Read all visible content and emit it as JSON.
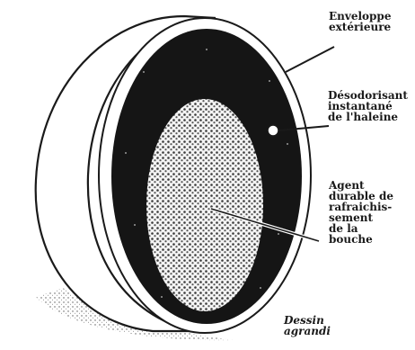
{
  "labels": {
    "outer_shell": [
      "Enveloppe",
      "extérieure"
    ],
    "deodorant": [
      "Désodorisant",
      "instantané",
      "de l'haleine"
    ],
    "agent": [
      "Agent",
      "durable de",
      "rafraichis-",
      "sement",
      "de la",
      "bouche"
    ],
    "caption": [
      "Dessin",
      "agrandi"
    ]
  },
  "colors": {
    "ink": "#1a1a1a",
    "shell": "#ffffff",
    "inner_fill": "#151515",
    "core_fill": "#f2f2f2"
  }
}
